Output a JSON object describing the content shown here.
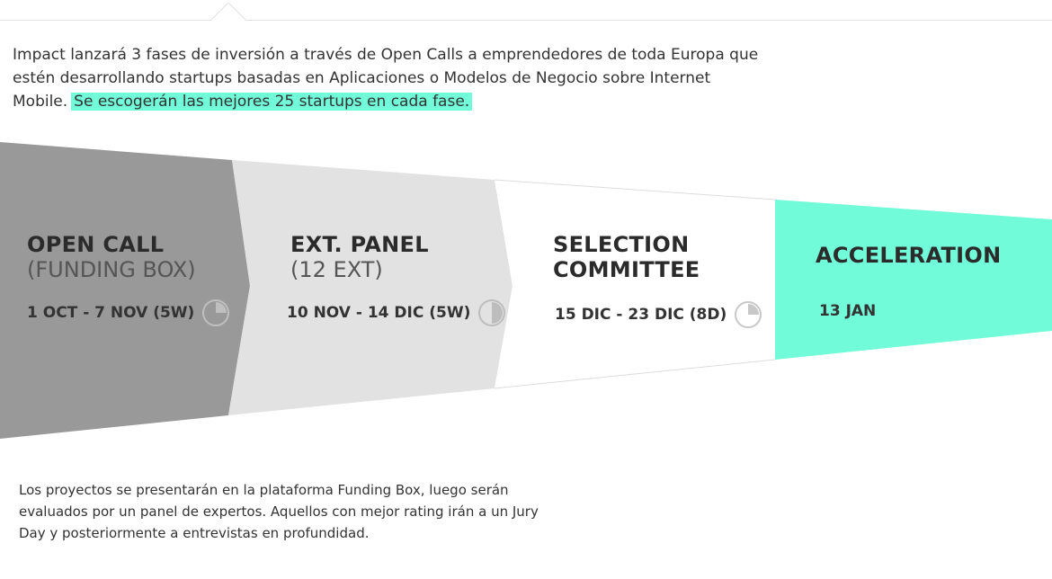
{
  "intro": {
    "text": "Impact lanzará 3 fases de inversión a través de Open Calls a emprendedores de toda Europa que estén desarrollando startups basadas en Aplicaciones o Modelos de Negocio sobre Internet Mobile.",
    "highlight": "Se escogerán las mejores 25 startups en cada fase."
  },
  "stages": [
    {
      "title": "OPEN CALL",
      "subtitle": "(FUNDING BOX)",
      "date": "1 OCT - 7 NOV (5W)",
      "icon": "clock-icon",
      "fill": 0.25
    },
    {
      "title": "EXT. PANEL",
      "subtitle": "(12 EXT)",
      "date": "10 NOV - 14 DIC (5W)",
      "icon": "clock-icon",
      "fill": 0.5
    },
    {
      "title": "SELECTION",
      "title2": "COMMITTEE",
      "date": "15 DIC - 23 DIC (8D)",
      "icon": "clock-icon",
      "fill": 0.25
    },
    {
      "title": "ACCELERATION",
      "date": "13 JAN"
    }
  ],
  "colors": {
    "stage1": "#999999",
    "stage2": "#e2e2e2",
    "stage3": "#ffffff",
    "stage4": "#72fbd8",
    "highlight": "#72fbd8"
  },
  "outro": "Los proyectos se presentarán en la plataforma Funding Box, luego serán evaluados por un panel de expertos. Aquellos con mejor rating irán a un Jury Day y posteriormente a entrevistas en profundidad."
}
